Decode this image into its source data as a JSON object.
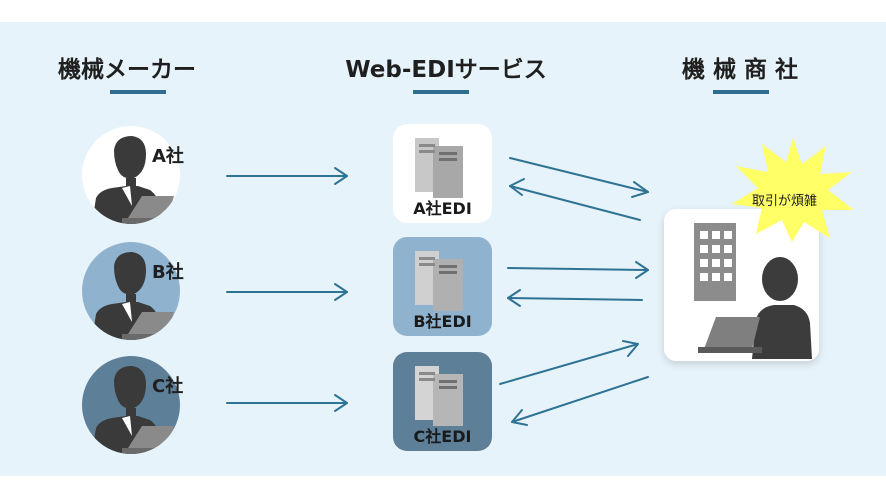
{
  "headings": {
    "manufacturer": "機械メーカー",
    "service": "Web-EDIサービス",
    "trader": "機 械 商 社"
  },
  "companies": [
    {
      "label": "A社",
      "edi_label": "A社EDI",
      "avatar_bg": "#ffffff",
      "box_bg": "#ffffff"
    },
    {
      "label": "B社",
      "edi_label": "B社EDI",
      "avatar_bg": "#8fb3cf",
      "box_bg": "#8fb3cf"
    },
    {
      "label": "C社",
      "edi_label": "C社EDI",
      "avatar_bg": "#5e7f98",
      "box_bg": "#5e7f98"
    }
  ],
  "trader_note": "取引が煩雑",
  "colors": {
    "background": "#e7f3fa",
    "arrow": "#2e7393",
    "underline": "#2e6d8e",
    "burst": "#ffff66"
  }
}
